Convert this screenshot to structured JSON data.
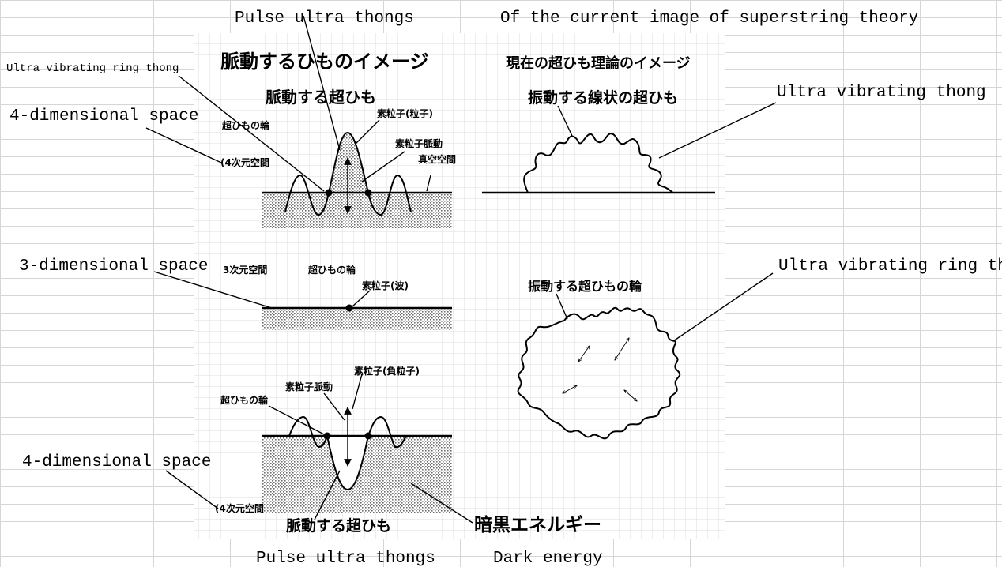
{
  "english": {
    "pulse_top": "Pulse ultra thongs",
    "current_image": "Of the current image of superstring theory",
    "ring_left": "Ultra vibrating ring thong",
    "dim4_top": "4-dimensional space",
    "thong_right": "Ultra vibrating thong",
    "dim3": "3-dimensional space",
    "ring_right": "Ultra vibrating ring thong",
    "dim4_bottom": "4-dimensional space",
    "pulse_bottom": "Pulse ultra thongs",
    "dark_energy": "Dark energy"
  },
  "japanese": {
    "pulse_image_title": "脈動するひものイメージ",
    "current_image_title": "現在の超ひも理論のイメージ",
    "pulsing_superstring": "脈動する超ひも",
    "vibrating_linear_superstring": "振動する線状の超ひも",
    "particle_top": "素粒子(粒子)",
    "superstring_ring_top": "超ひもの輪",
    "particle_pulse_top": "素粒子脈動",
    "vacuum_space": "真空空間",
    "space_4d_top": "(4次元空間",
    "space_3d": "3次元空間",
    "superstring_ring_mid": "超ひもの輪",
    "particle_wave": "素粒子(波)",
    "vibrating_ring": "振動する超ひもの輪",
    "antiparticle": "素粒子(負粒子)",
    "particle_pulse_bottom": "素粒子脈動",
    "superstring_ring_bottom": "超ひもの輪",
    "space_4d_bottom": "(4次元空間",
    "pulsing_superstring_bottom": "脈動する超ひも",
    "dark_energy_jp": "暗黒エネルギー"
  }
}
